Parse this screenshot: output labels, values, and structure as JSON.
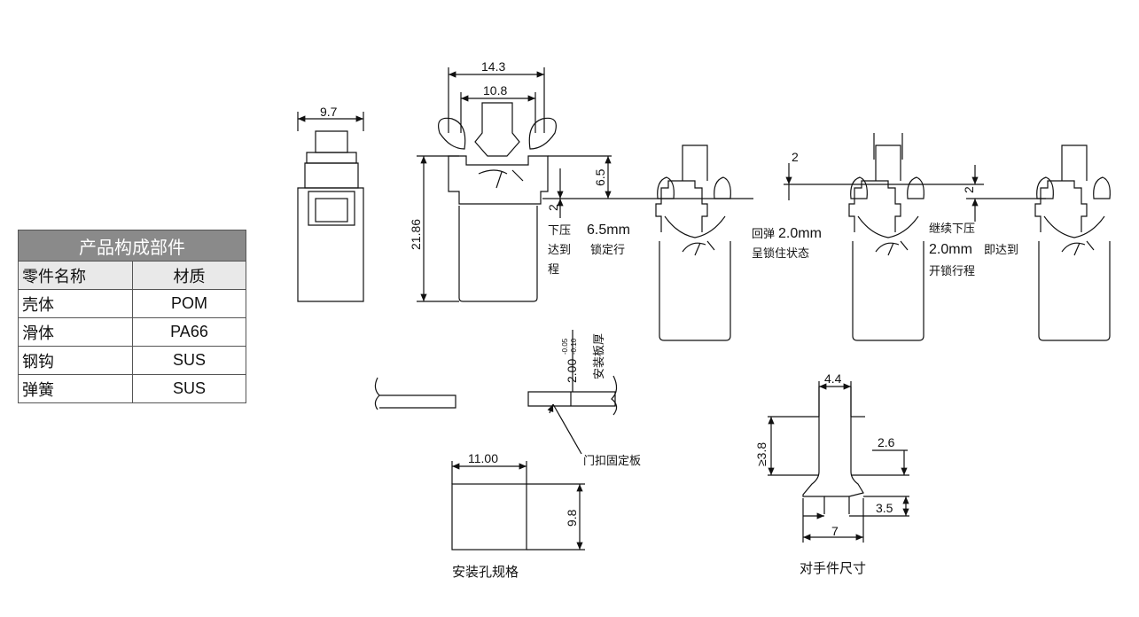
{
  "parts_table": {
    "title": "产品构成部件",
    "columns": [
      "零件名称",
      "材质"
    ],
    "rows": [
      {
        "part": "壳体",
        "material": "POM"
      },
      {
        "part": "滑体",
        "material": "PA66"
      },
      {
        "part": "钢钩",
        "material": "SUS"
      },
      {
        "part": "弹簧",
        "material": "SUS"
      }
    ]
  },
  "dimensions": {
    "side_width": "9.7",
    "top_width_outer": "14.3",
    "top_width_inner": "10.8",
    "total_height": "21.86",
    "press_height": "6.5",
    "spring_gap": "2",
    "step2_gap": "2",
    "step4_gap": "2",
    "panel_thickness": "2.00",
    "panel_tol_upper": "-0.05",
    "panel_tol_lower": "-0.10",
    "hole_width": "11.00",
    "hole_height": "9.8",
    "mate_head": "4.4",
    "mate_depth": "≥3.8",
    "mate_offset": "2.6",
    "mate_neck": "3.5",
    "mate_base": "7"
  },
  "notes": {
    "step1_a": "下压",
    "step1_b": "达到",
    "step1_c": "程",
    "step1_value": "6.5mm",
    "step1_tail": "锁定行",
    "step2_a": "回弹",
    "step2_value": "2.0mm",
    "step2_b": "呈锁住状态",
    "step3_a": "继续下压",
    "step3_value": "2.0mm",
    "step3_b": "即达到",
    "step3_c": "开锁行程",
    "panel_thickness_label": "安装板厚",
    "panel_label": "门扣固定板",
    "hole_caption": "安装孔规格",
    "mate_caption": "对手件尺寸"
  }
}
